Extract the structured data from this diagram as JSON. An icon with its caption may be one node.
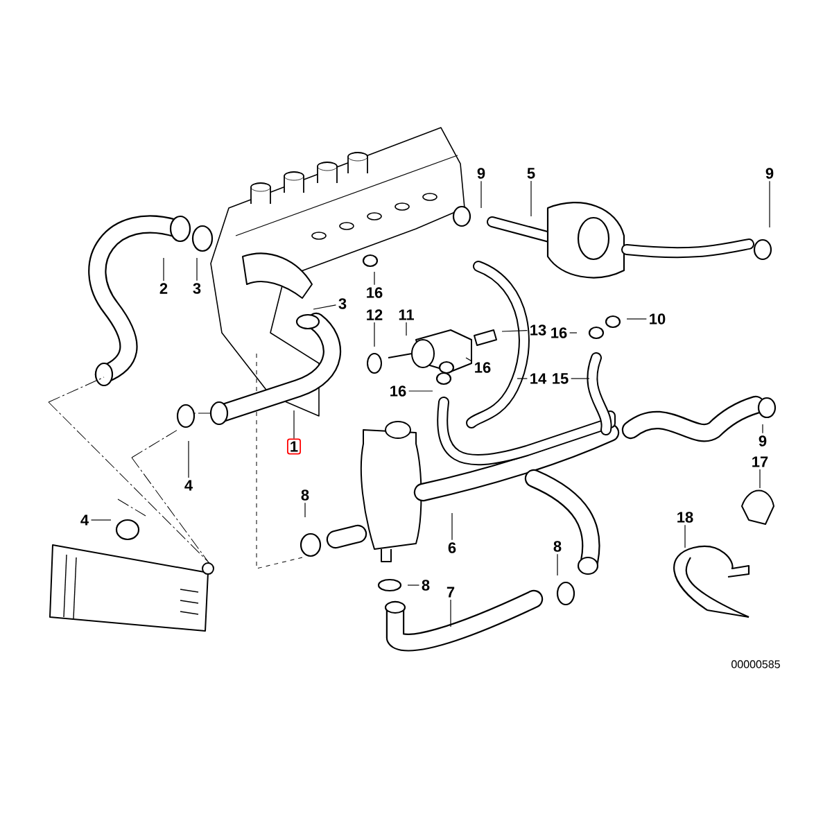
{
  "diagram": {
    "nodes": [
      {
        "text": [
          "2"
        ]
      },
      {
        "text": [
          "3"
        ]
      },
      {
        "text": [
          "3"
        ]
      },
      {
        "text": [
          "16"
        ]
      },
      {
        "text": [
          "12"
        ]
      },
      {
        "text": [
          "11"
        ]
      },
      {
        "text": [
          "16"
        ]
      },
      {
        "text": [
          "16"
        ]
      },
      {
        "text": [
          "13"
        ]
      },
      {
        "text": [
          "14"
        ]
      },
      {
        "text": [
          "15"
        ]
      },
      {
        "text": [
          "16"
        ]
      },
      {
        "text": [
          "10"
        ]
      },
      {
        "text": [
          "9"
        ]
      },
      {
        "text": [
          "5"
        ]
      },
      {
        "text": [
          "9"
        ]
      },
      {
        "text": [
          "9"
        ]
      },
      {
        "text": [
          "17"
        ]
      },
      {
        "text": [
          "18"
        ]
      },
      {
        "text": [
          "1"
        ]
      },
      {
        "text": [
          "4"
        ]
      },
      {
        "text": [
          "4"
        ]
      },
      {
        "text": [
          "8"
        ]
      },
      {
        "text": [
          "6"
        ]
      },
      {
        "text": [
          "8"
        ]
      },
      {
        "text": [
          "8"
        ]
      },
      {
        "text": [
          "7"
        ]
      }
    ],
    "edges": [
      {
        "from": 0,
        "to": null,
        "arrow": "none"
      },
      {
        "from": 1,
        "to": null,
        "arrow": "none"
      },
      {
        "from": 2,
        "to": null,
        "arrow": "none"
      },
      {
        "from": 3,
        "to": null,
        "arrow": "none"
      },
      {
        "from": 4,
        "to": null,
        "arrow": "none"
      },
      {
        "from": 5,
        "to": null,
        "arrow": "none"
      },
      {
        "from": 6,
        "to": null,
        "arrow": "none"
      },
      {
        "from": 7,
        "to": null,
        "arrow": "none"
      },
      {
        "from": 8,
        "to": null,
        "arrow": "none"
      },
      {
        "from": 9,
        "to": null,
        "arrow": "none"
      },
      {
        "from": 10,
        "to": null,
        "arrow": "none"
      },
      {
        "from": 11,
        "to": null,
        "arrow": "none"
      },
      {
        "from": 12,
        "to": null,
        "arrow": "none"
      },
      {
        "from": 13,
        "to": null,
        "arrow": "none"
      },
      {
        "from": 14,
        "to": null,
        "arrow": "none"
      },
      {
        "from": 15,
        "to": null,
        "arrow": "none"
      },
      {
        "from": 16,
        "to": null,
        "arrow": "none"
      },
      {
        "from": 17,
        "to": null,
        "arrow": "none"
      },
      {
        "from": 18,
        "to": null,
        "arrow": "none"
      },
      {
        "from": 19,
        "to": null,
        "arrow": "none"
      },
      {
        "from": 20,
        "to": null,
        "arrow": "none"
      },
      {
        "from": 21,
        "to": null,
        "arrow": "none"
      },
      {
        "from": 22,
        "to": null,
        "arrow": "none"
      },
      {
        "from": 23,
        "to": null,
        "arrow": "none"
      },
      {
        "from": 24,
        "to": null,
        "arrow": "none"
      },
      {
        "from": 25,
        "to": null,
        "arrow": "none"
      },
      {
        "from": 26,
        "to": null,
        "arrow": "none"
      }
    ],
    "labels": [
      "00000585"
    ]
  }
}
